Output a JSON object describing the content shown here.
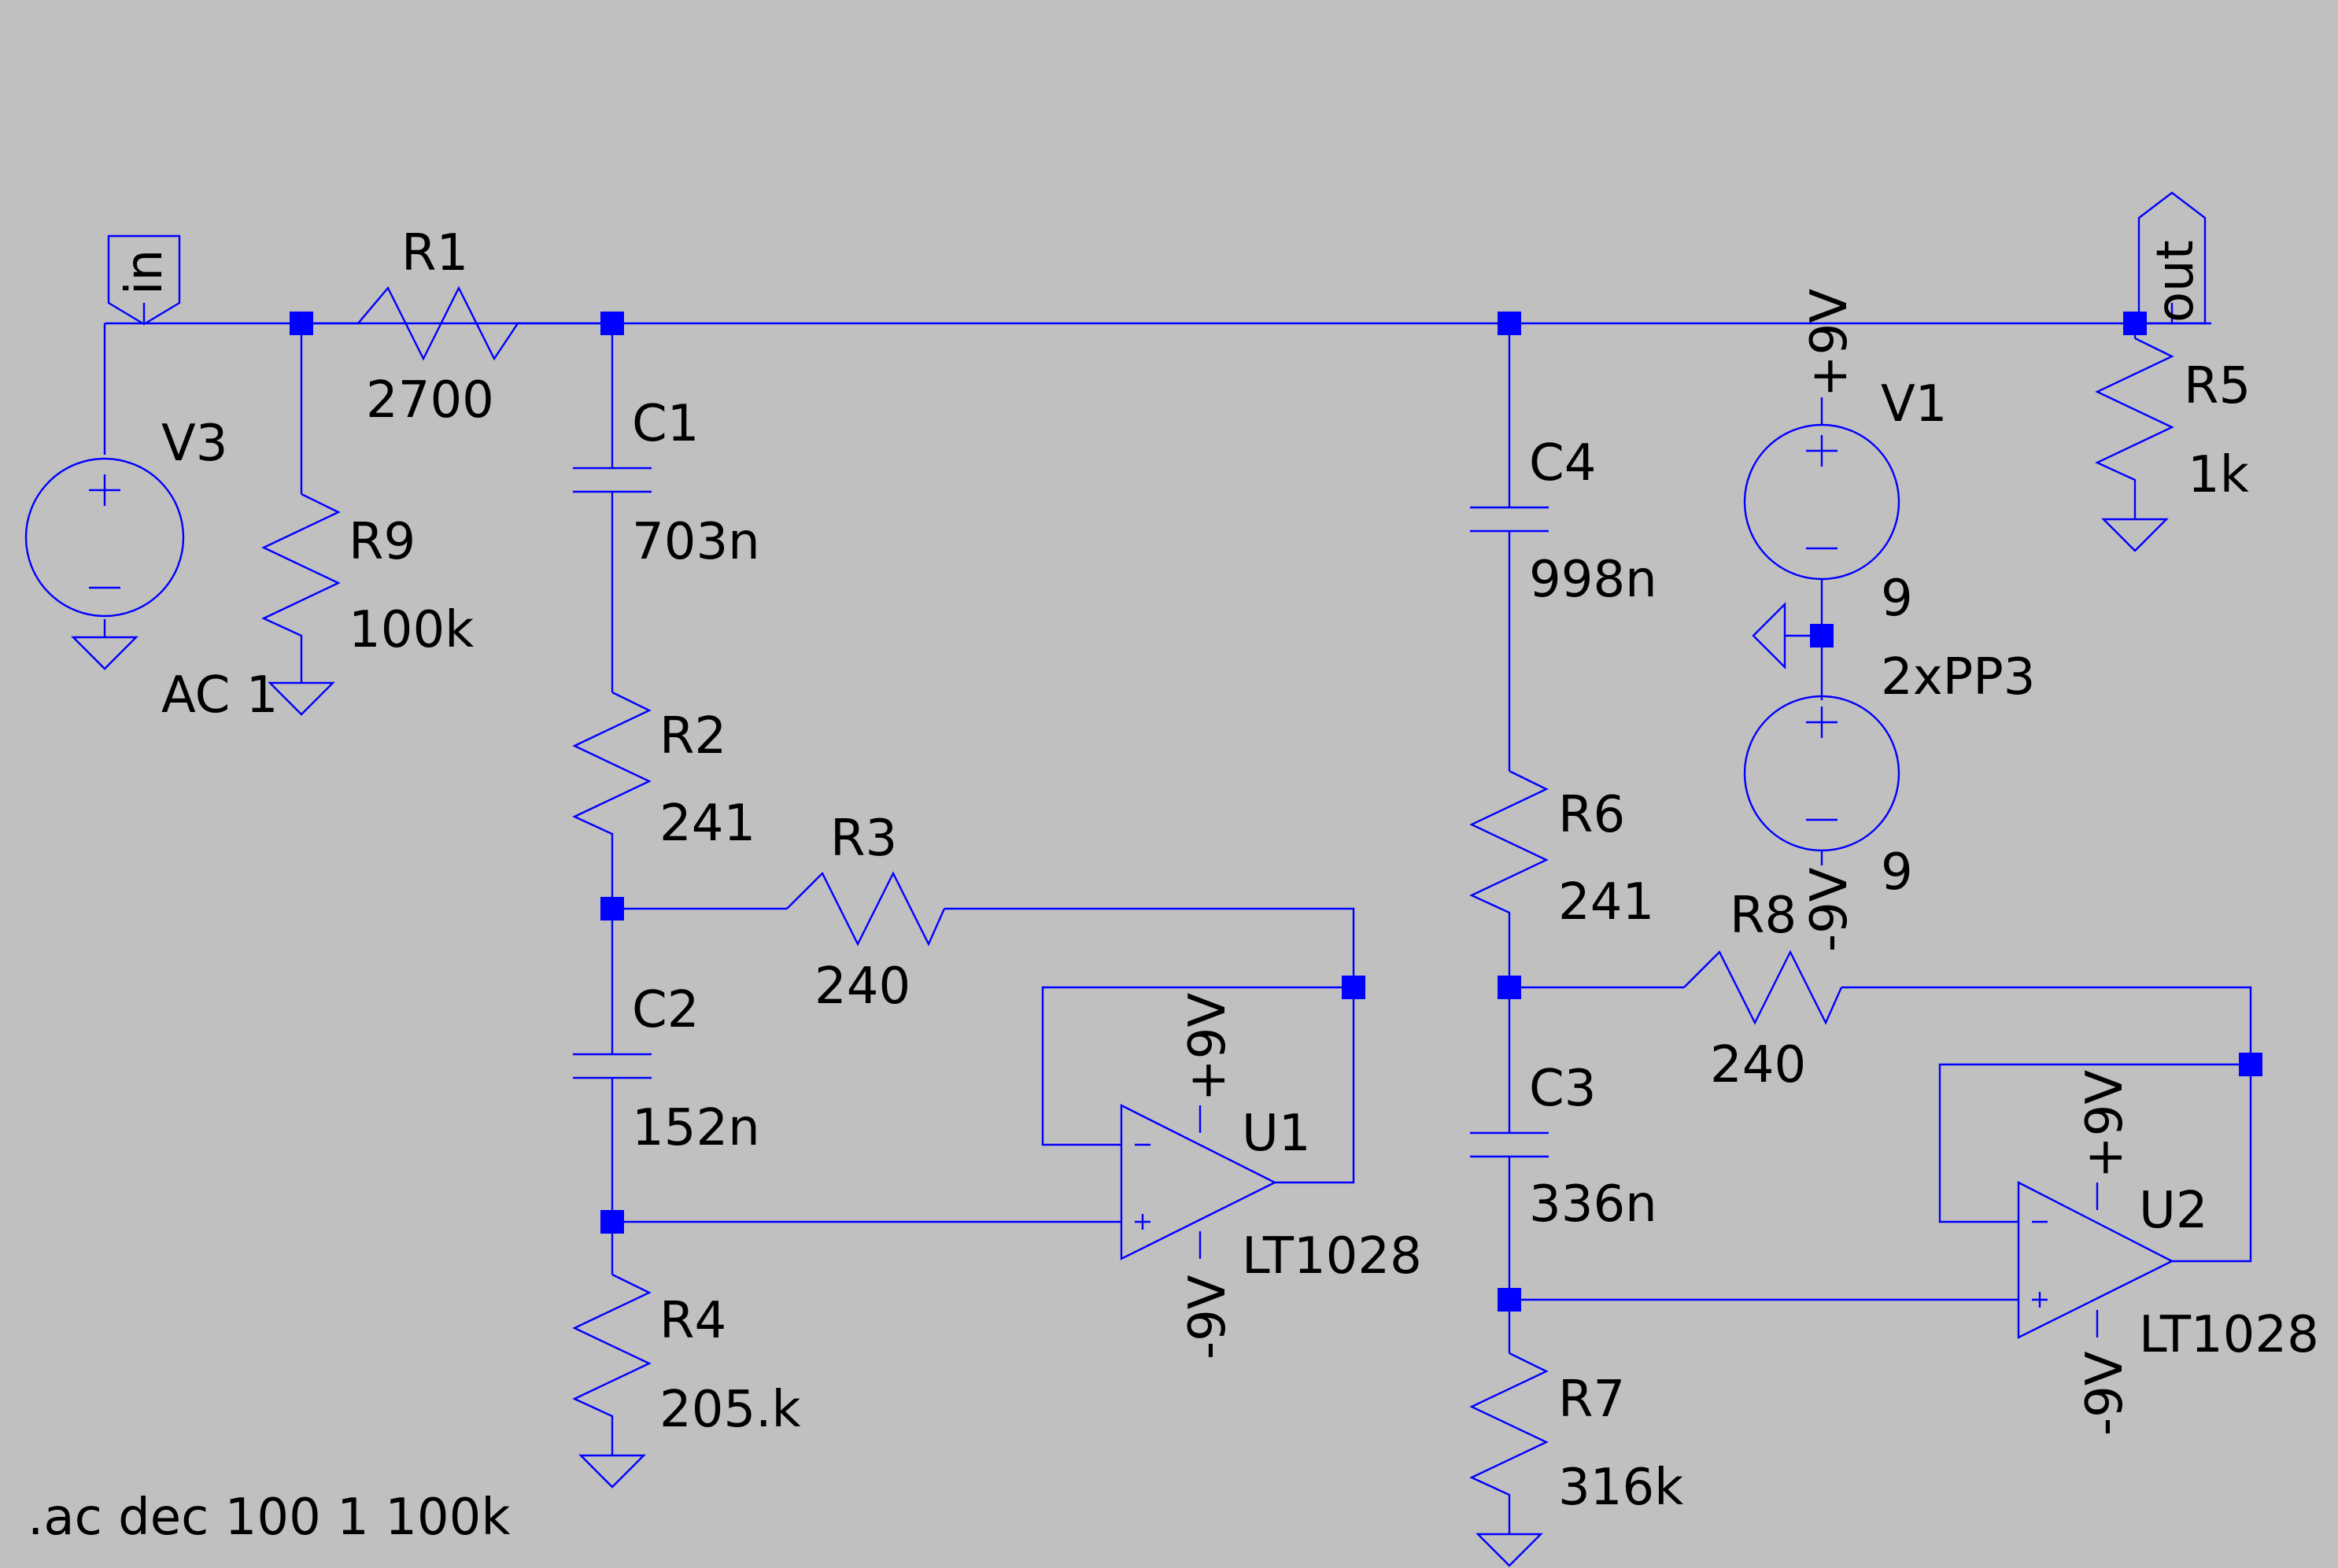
{
  "nets": {
    "in": "in",
    "out": "out"
  },
  "components": {
    "R1": {
      "name": "R1",
      "value": "2700"
    },
    "R2": {
      "name": "R2",
      "value": "241"
    },
    "R3": {
      "name": "R3",
      "value": "240"
    },
    "R4": {
      "name": "R4",
      "value": "205.k"
    },
    "R5": {
      "name": "R5",
      "value": "1k"
    },
    "R6": {
      "name": "R6",
      "value": "241"
    },
    "R7": {
      "name": "R7",
      "value": "316k"
    },
    "R8": {
      "name": "R8",
      "value": "240"
    },
    "R9": {
      "name": "R9",
      "value": "100k"
    },
    "C1": {
      "name": "C1",
      "value": "703n"
    },
    "C2": {
      "name": "C2",
      "value": "152n"
    },
    "C3": {
      "name": "C3",
      "value": "336n"
    },
    "C4": {
      "name": "C4",
      "value": "998n"
    },
    "V1": {
      "name": "V1",
      "value_top": "9",
      "value_mid": "2xPP3",
      "value_bot": "9"
    },
    "V3": {
      "name": "V3",
      "value": "AC 1"
    },
    "U1": {
      "name": "U1",
      "model": "LT1028"
    },
    "U2": {
      "name": "U2",
      "model": "LT1028"
    }
  },
  "supplies": {
    "pos": "+9V",
    "neg": "-9V"
  },
  "directive": ".ac dec 100 1 100k"
}
